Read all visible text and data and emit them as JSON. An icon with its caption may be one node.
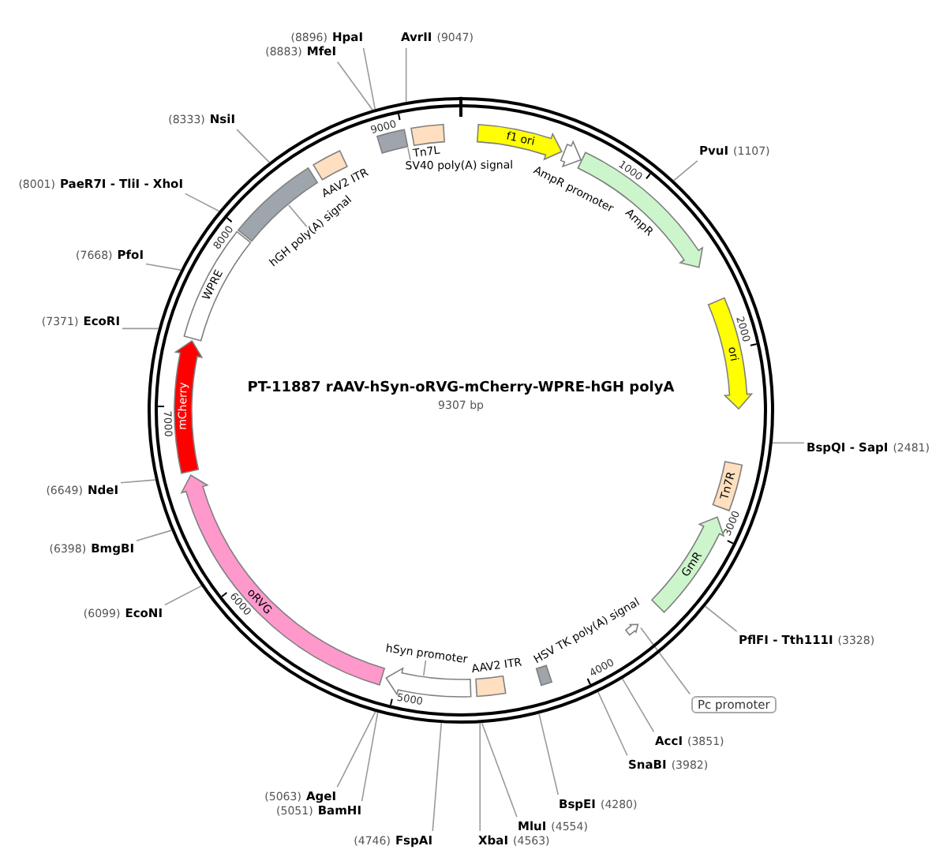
{
  "diagram": {
    "title": "PT-11887 rAAV-hSyn-oRVG-mCherry-WPRE-hGH polyA",
    "nodes": [
      {
        "text": [],
        "shape": "circle"
      },
      {
        "text": [
          "f1 ori"
        ],
        "in": 0
      },
      {
        "text": [
          "AmpR promoter"
        ],
        "in": 0
      },
      {
        "text": [
          "AmpR"
        ],
        "in": 0
      },
      {
        "text": [
          "ori"
        ],
        "in": 0
      },
      {
        "text": [
          "Tn7R"
        ],
        "in": 0
      },
      {
        "text": [
          "GmR"
        ],
        "in": 0
      },
      {
        "text": [],
        "shape": "arrow",
        "in": 0
      },
      {
        "text": [
          "HSV TK poly(A) signal"
        ],
        "in": 0
      },
      {
        "text": [
          "AAV2 ITR"
        ],
        "in": 0
      },
      {
        "text": [],
        "shape": "arrow",
        "in": 0
      },
      {
        "text": [
          "oRVG"
        ],
        "in": 0
      },
      {
        "text": [
          "mCherry"
        ],
        "in": 0
      },
      {
        "text": [
          "WPRE"
        ],
        "in": 0
      },
      {
        "text": [],
        "shape": "box",
        "in": 0
      },
      {
        "text": [
          "AAV2 ITR"
        ],
        "in": 0
      },
      {
        "text": [],
        "shape": "box",
        "in": 0
      },
      {
        "text": [
          "Tn7L"
        ],
        "in": 0
      },
      {
        "text": [
          "Pc promoter"
        ]
      },
      {
        "text": [
          "hSyn promoter"
        ],
        "in": 0
      },
      {
        "text": [
          "hGH poly(A) signal"
        ],
        "in": 0
      },
      {
        "text": [
          "SV40 poly(A) signal"
        ],
        "in": 0
      },
      {
        "text": [
          "PvuI"
        ],
        "beside": [
          "(1107)"
        ]
      },
      {
        "text": [
          "BspQI - SapI"
        ],
        "beside": [
          "(2481)"
        ]
      },
      {
        "text": [
          "PflFI - Tth111I"
        ],
        "beside": [
          "(3328)"
        ]
      },
      {
        "text": [
          "AccI"
        ],
        "beside": [
          "(3851)"
        ]
      },
      {
        "text": [
          "SnaBI"
        ],
        "beside": [
          "(3982)"
        ]
      },
      {
        "text": [
          "BspEI"
        ],
        "beside": [
          "(4280)"
        ]
      },
      {
        "text": [
          "MluI"
        ],
        "beside": [
          "(4554)"
        ]
      },
      {
        "text": [
          "XbaI"
        ],
        "beside": [
          "(4563)"
        ]
      },
      {
        "text": [
          "FspAI"
        ],
        "beside": [
          "(4746)"
        ]
      },
      {
        "text": [
          "BamHI"
        ],
        "beside": [
          "(5051)"
        ]
      },
      {
        "text": [
          "AgeI"
        ],
        "beside": [
          "(5063)"
        ]
      },
      {
        "text": [
          "EcoNI"
        ],
        "beside": [
          "(6099)"
        ]
      },
      {
        "text": [
          "BmgBI"
        ],
        "beside": [
          "(6398)"
        ]
      },
      {
        "text": [
          "NdeI"
        ],
        "beside": [
          "(6649)"
        ]
      },
      {
        "text": [
          "EcoRI"
        ],
        "beside": [
          "(7371)"
        ]
      },
      {
        "text": [
          "PfoI"
        ],
        "beside": [
          "(7668)"
        ]
      },
      {
        "text": [
          "PaeR7I - TliI - XhoI"
        ],
        "beside": [
          "(8001)"
        ]
      },
      {
        "text": [
          "NsiI"
        ],
        "beside": [
          "(8333)"
        ]
      },
      {
        "text": [
          "MfeI"
        ],
        "beside": [
          "(8883)"
        ]
      },
      {
        "text": [
          "HpaI"
        ],
        "beside": [
          "(8896)"
        ]
      },
      {
        "text": [
          "AvrII"
        ],
        "beside": [
          "(9047)"
        ]
      }
    ],
    "edges": [
      {
        "from": 18,
        "to": 7,
        "arrow": "none"
      },
      {
        "from": 19,
        "to": 10,
        "arrow": "none"
      },
      {
        "from": 20,
        "to": 14,
        "arrow": "none"
      },
      {
        "from": 21,
        "to": 16,
        "arrow": "none"
      },
      {
        "from": 22,
        "to": 0,
        "arrow": "none"
      },
      {
        "from": 23,
        "to": 0,
        "arrow": "none"
      },
      {
        "from": 24,
        "to": 0,
        "arrow": "none"
      },
      {
        "from": 25,
        "to": 0,
        "arrow": "none"
      },
      {
        "from": 26,
        "to": 0,
        "arrow": "none"
      },
      {
        "from": 27,
        "to": 0,
        "arrow": "none"
      },
      {
        "from": 28,
        "to": 0,
        "arrow": "none"
      },
      {
        "from": 29,
        "to": 0,
        "arrow": "none"
      },
      {
        "from": 30,
        "to": 0,
        "arrow": "none"
      },
      {
        "from": 31,
        "to": 0,
        "arrow": "none"
      },
      {
        "from": 32,
        "to": 0,
        "arrow": "none"
      },
      {
        "from": 33,
        "to": 0,
        "arrow": "none"
      },
      {
        "from": 34,
        "to": 0,
        "arrow": "none"
      },
      {
        "from": 35,
        "to": 0,
        "arrow": "none"
      },
      {
        "from": 36,
        "to": 0,
        "arrow": "none"
      },
      {
        "from": 37,
        "to": 0,
        "arrow": "none"
      },
      {
        "from": 38,
        "to": 0,
        "arrow": "none"
      },
      {
        "from": 39,
        "to": 0,
        "arrow": "none"
      },
      {
        "from": 40,
        "to": 0,
        "arrow": "none"
      },
      {
        "from": 41,
        "to": 0,
        "arrow": "none"
      },
      {
        "from": 42,
        "to": 0,
        "arrow": "none"
      }
    ],
    "labels": [
      "9307 bp",
      "1000",
      "2000",
      "3000",
      "4000",
      "5000",
      "6000",
      "7000",
      "8000",
      "9000"
    ]
  }
}
